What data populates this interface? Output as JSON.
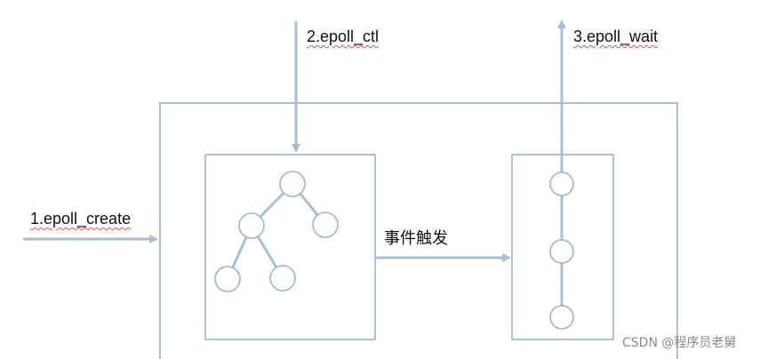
{
  "labels": {
    "epoll_create": "1.epoll_create",
    "epoll_ctl": "2.epoll_ctl",
    "epoll_wait": "3.epoll_wait",
    "event_trigger": "事件触发"
  },
  "watermark": "CSDN @程序员老舅",
  "colors": {
    "line": "#a9bfd1",
    "box_stroke": "#9fb4c6",
    "text": "#111111",
    "squiggle": "#e0524f",
    "watermark": "#8a8a8a"
  }
}
